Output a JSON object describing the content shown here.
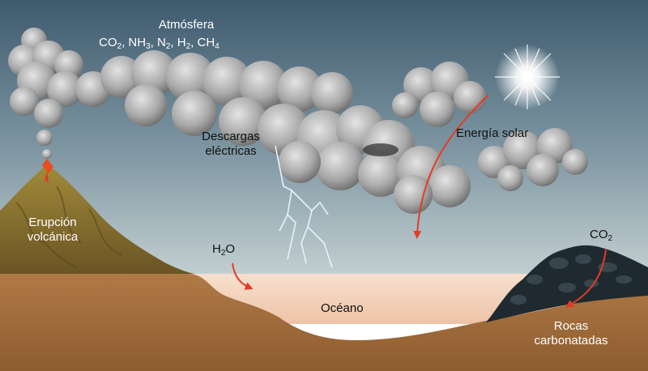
{
  "atmosphere": {
    "title": "Atmósfera",
    "gases": [
      {
        "symbol": "CO",
        "sub": "2",
        "sep": ", "
      },
      {
        "symbol": "NH",
        "sub": "3",
        "sep": ", "
      },
      {
        "symbol": "N",
        "sub": "2",
        "sep": ", "
      },
      {
        "symbol": "H",
        "sub": "2",
        "sep": ", "
      },
      {
        "symbol": "CH",
        "sub": "4",
        "sep": ""
      }
    ]
  },
  "labels": {
    "lightning": [
      "Descargas",
      "eléctricas"
    ],
    "solar_energy": "Energía solar",
    "volcano": [
      "Erupción",
      "volcánica"
    ],
    "water": {
      "symbol": "H",
      "sub": "2",
      "suffix": "O"
    },
    "ocean": "Océano",
    "co2": {
      "symbol": "CO",
      "sub": "2"
    },
    "rocks": [
      "Rocas",
      "carbonatadas"
    ]
  },
  "colors": {
    "sky_top": "#3e5a6e",
    "sky_bottom": "#b9c8cc",
    "ground": "#a6703d",
    "ocean": "#f3d3bc",
    "arrow": "#e33c22",
    "volcano": "#7d6a2c",
    "rocks": "#1f2a30"
  }
}
